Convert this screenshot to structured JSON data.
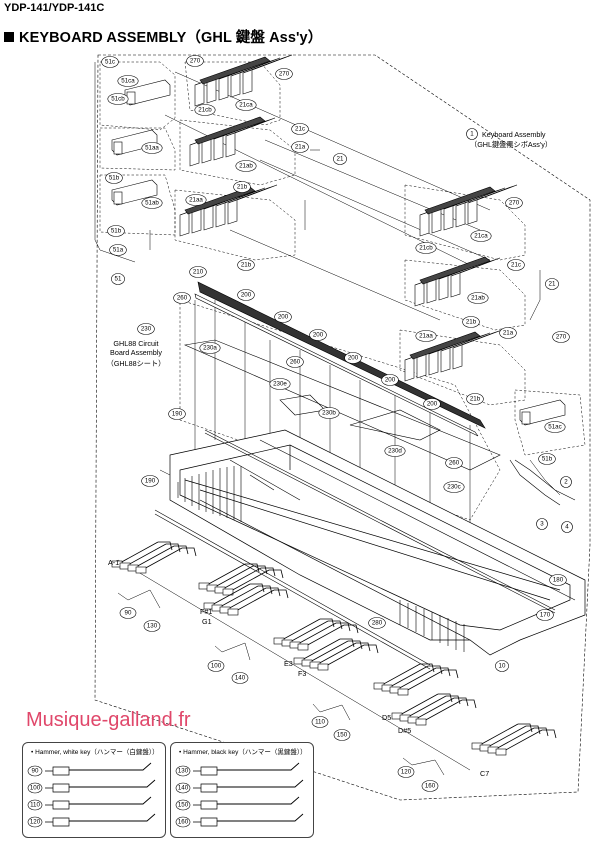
{
  "page": {
    "model": "YDP-141/YDP-141C",
    "title": "KEYBOARD ASSEMBLY（GHL 鍵盤 Ass'y）"
  },
  "assembly_labels": {
    "keyboard_assembly_en": "Keyboard Assembly",
    "keyboard_assembly_jp": "（GHL鍵盤黒シボAss'y）",
    "ghl88_line1": "GHL88 Circuit",
    "ghl88_line2": "Board Assembly",
    "ghl88_jp": "（GHL88シート）"
  },
  "note_labels": [
    "A-1",
    "F#1",
    "G1",
    "E3",
    "F3",
    "D5",
    "D#5",
    "C7"
  ],
  "part_numbers": [
    "1",
    "2",
    "3",
    "4",
    "10",
    "21",
    "21a",
    "21aa",
    "21ab",
    "21b",
    "21c",
    "21ca",
    "21cb",
    "51",
    "51a",
    "51aa",
    "51ab",
    "51ac",
    "51b",
    "51c",
    "51ca",
    "51cb",
    "90",
    "100",
    "110",
    "120",
    "130",
    "140",
    "150",
    "160",
    "170",
    "180",
    "190",
    "200",
    "210",
    "230",
    "230a",
    "230b",
    "230c",
    "230d",
    "230e",
    "260",
    "270",
    "280"
  ],
  "watermark": "Musique-galland.fr",
  "legend_white": {
    "title": "• Hammer, white key（ハンマー（白鍵盤））",
    "items": [
      "90",
      "100",
      "110",
      "120"
    ]
  },
  "legend_black": {
    "title": "• Hammer, black key（ハンマー（黒鍵盤））",
    "items": [
      "130",
      "140",
      "150",
      "160"
    ]
  }
}
